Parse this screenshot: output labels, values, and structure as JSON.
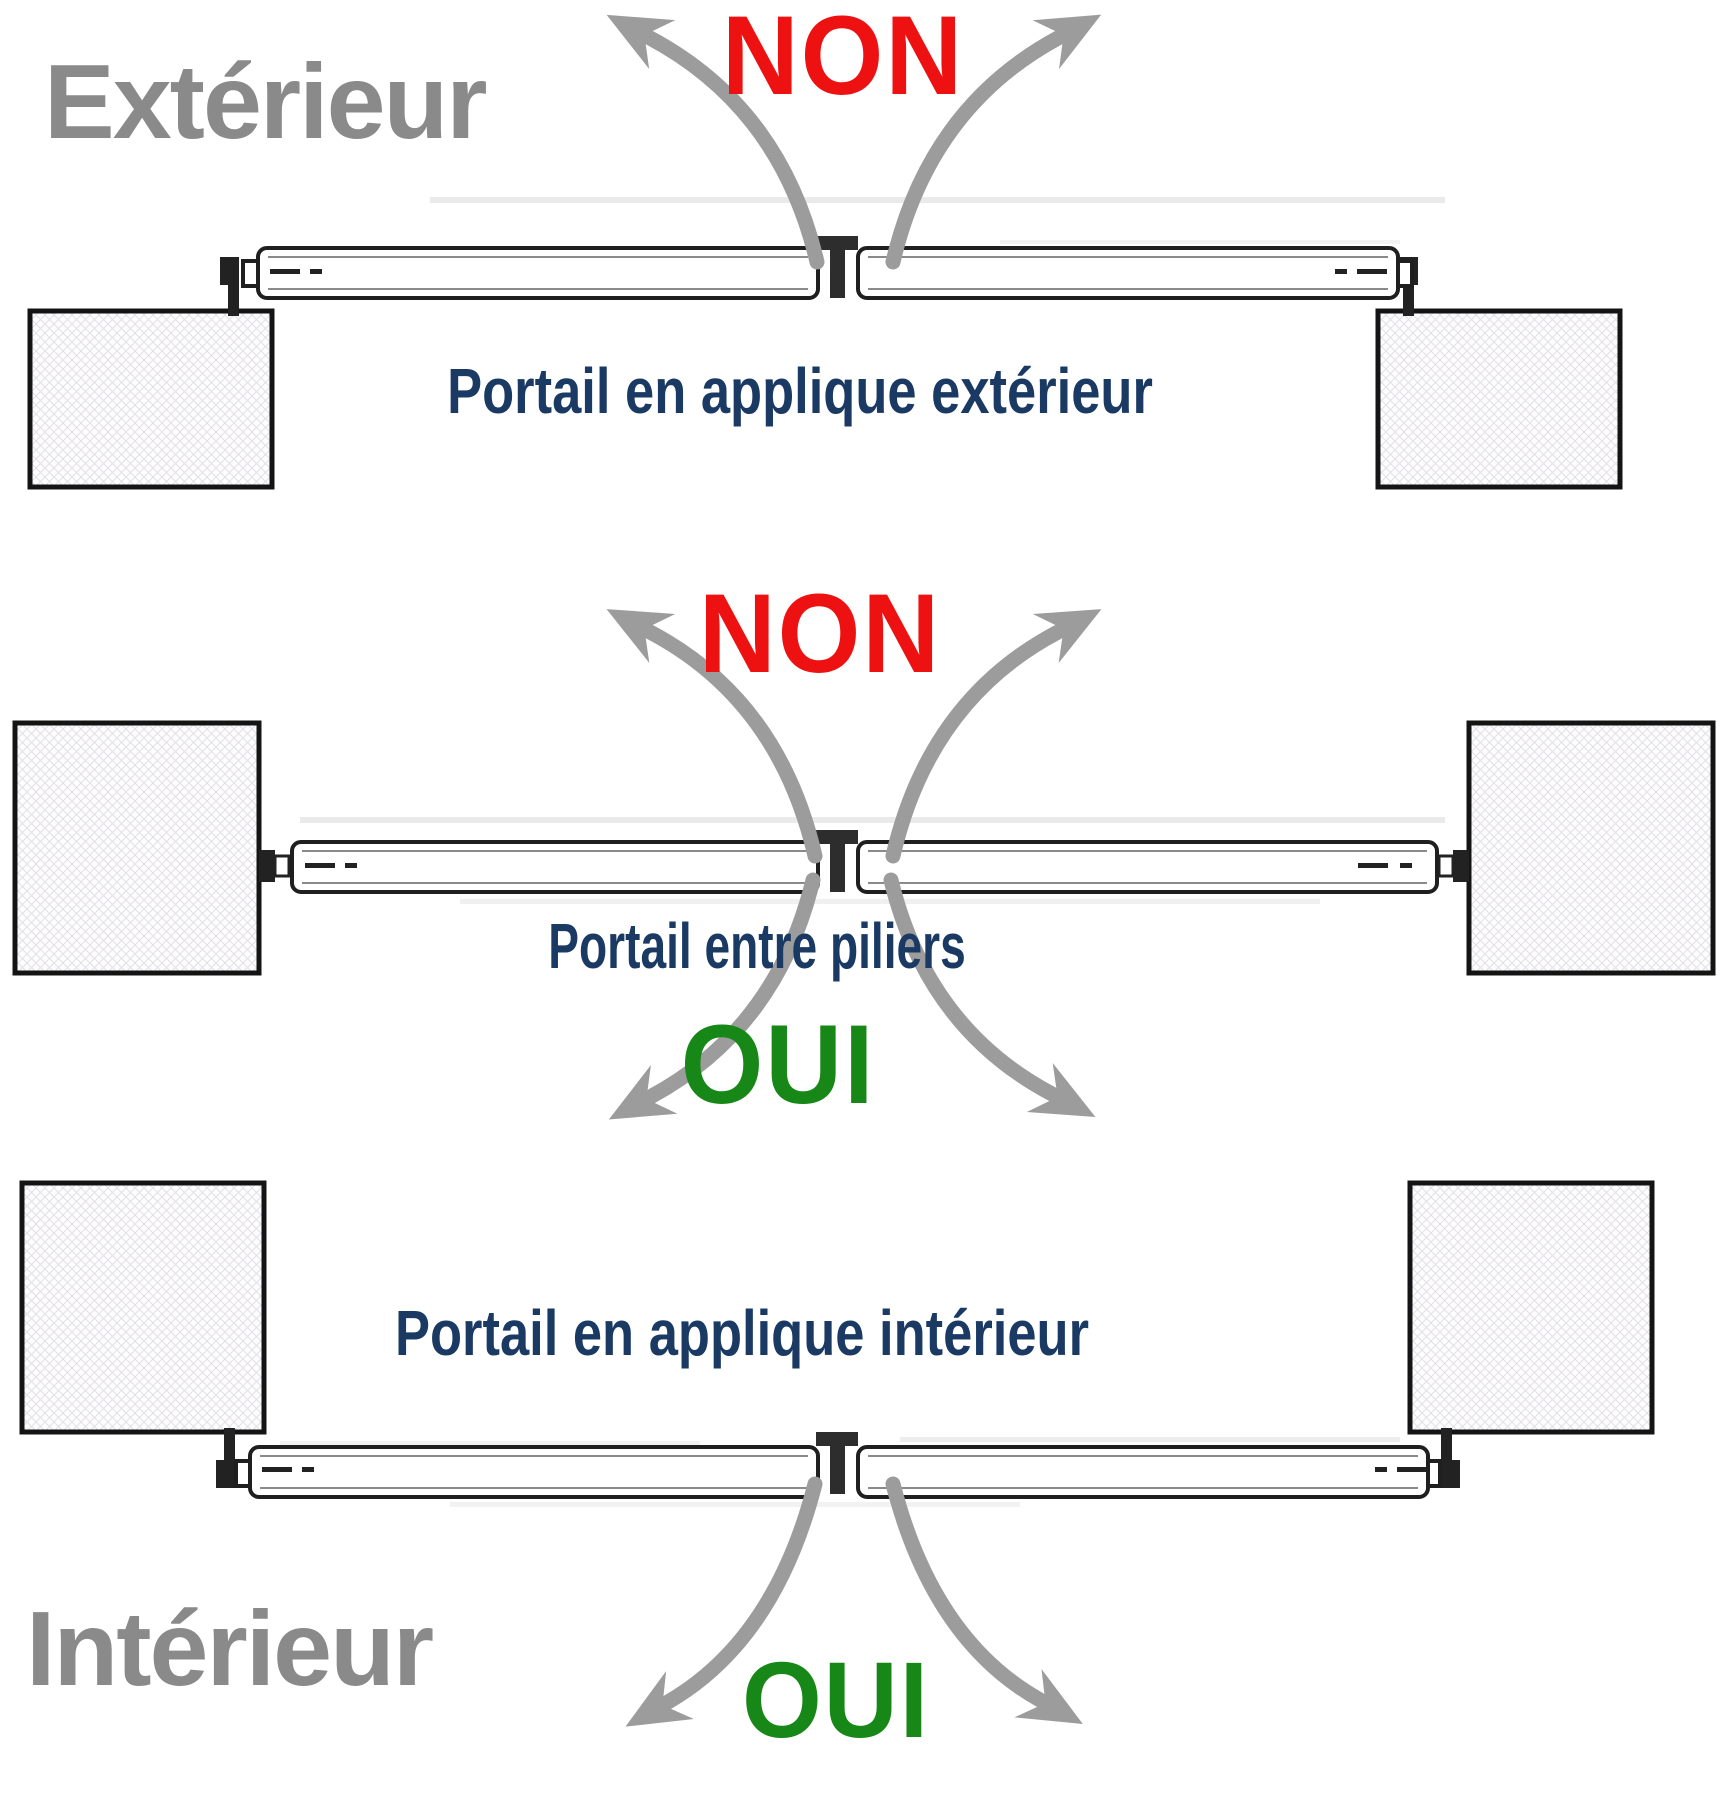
{
  "zones": {
    "exterior_label": "Extérieur",
    "interior_label": "Intérieur"
  },
  "scenarios": [
    {
      "caption": "Portail en applique extérieur",
      "verdict": "NON",
      "verdict_meaning": "swing toward exterior shown crossed out"
    },
    {
      "caption": "Portail entre piliers",
      "verdict_exterior_swing": "NON",
      "verdict_interior_swing": "OUI"
    },
    {
      "caption": "Portail en applique intérieur",
      "verdict": "OUI",
      "verdict_meaning": "swing toward interior shown approved"
    }
  ],
  "colors": {
    "no_red": "#ee1111",
    "yes_green": "#178717",
    "caption_navy": "#1a3a64",
    "zone_label_gray": "#8a8a8a",
    "arrow_gray": "#9c9c9c",
    "line_black": "#1f1f1f",
    "pillar_hatch": "#e3dfe8"
  },
  "icons": {
    "swing_arrow": "curved-tapered-gray-arrow",
    "pillar": "hatched-square-pillar",
    "gate_leaf": "double-outline-bar",
    "center_stop": "black-t-bracket"
  }
}
